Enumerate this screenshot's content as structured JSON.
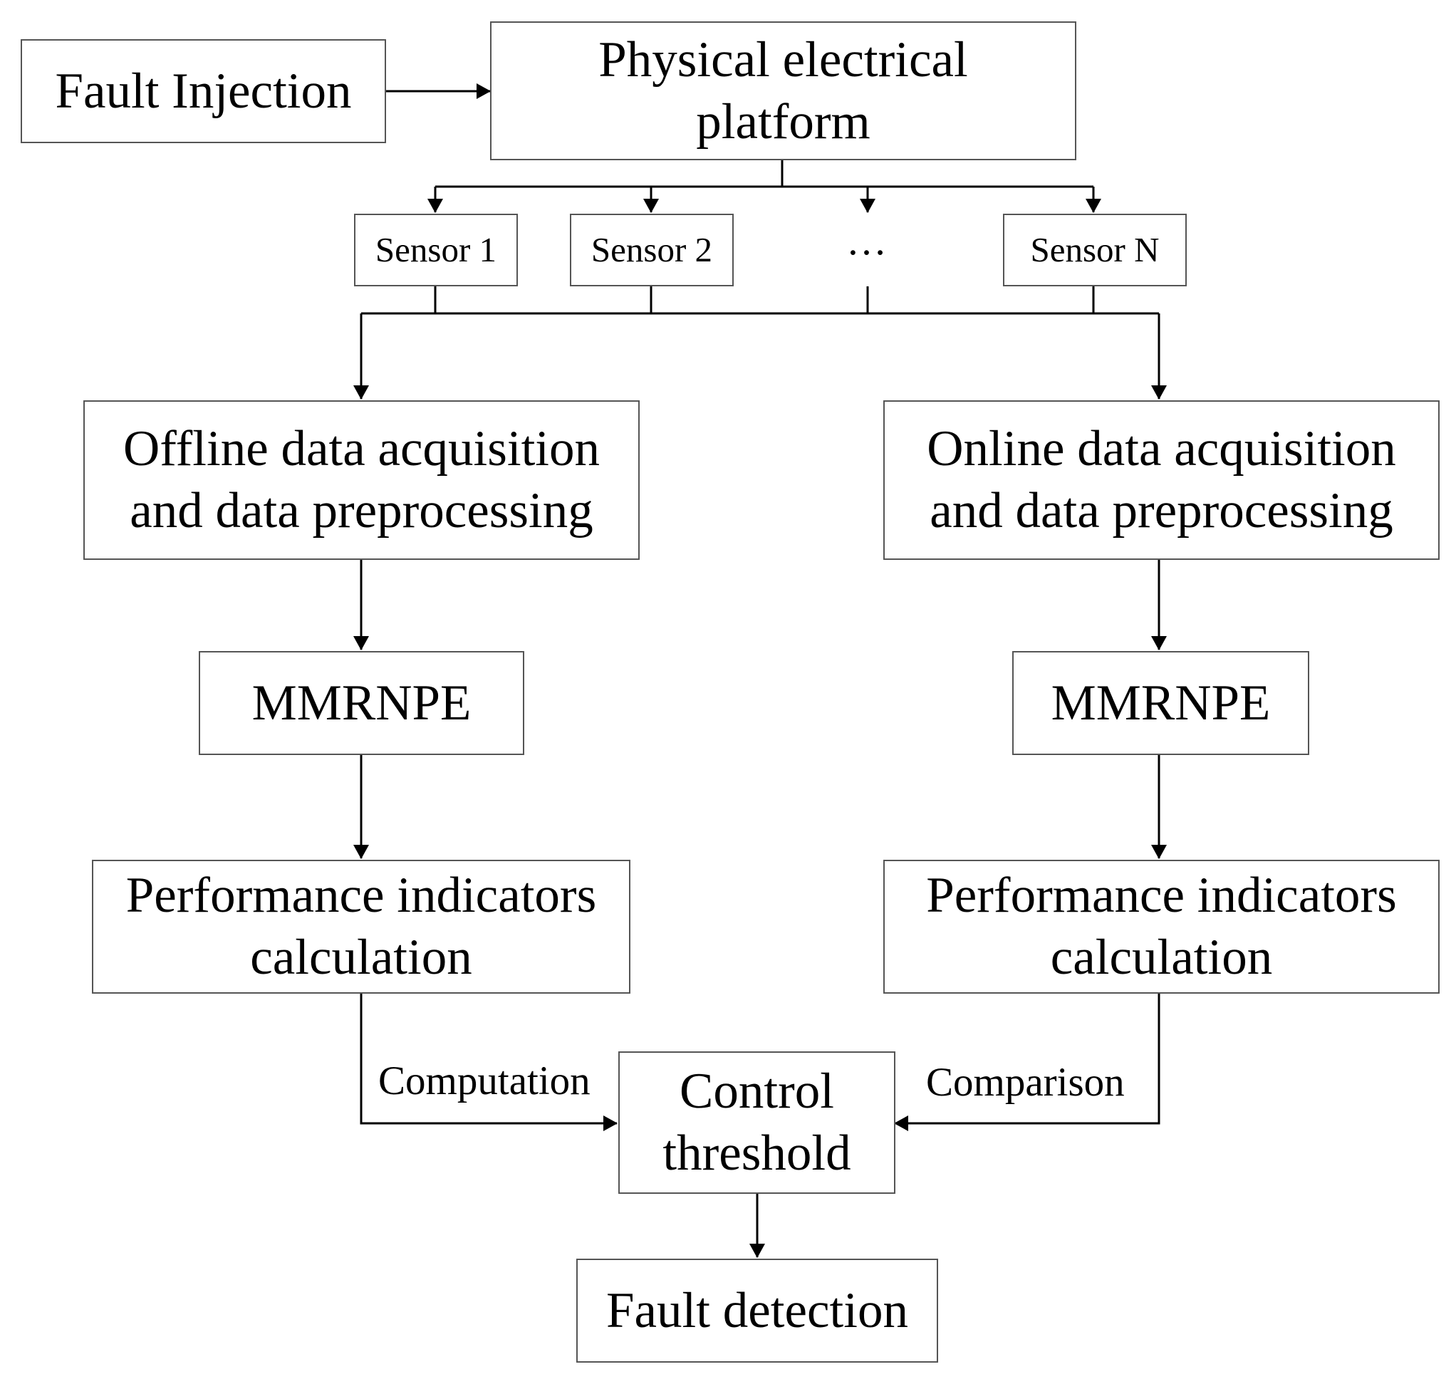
{
  "nodes": {
    "fault_injection": "Fault Injection",
    "platform": {
      "line1": "Physical electrical",
      "line2": "platform"
    },
    "sensor_1": "Sensor 1",
    "sensor_2": "Sensor 2",
    "sensor_ellipsis": "…",
    "sensor_n": "Sensor N",
    "offline_acquisition": {
      "line1": "Offline data acquisition",
      "line2": "and data preprocessing"
    },
    "online_acquisition": {
      "line1": "Online data acquisition",
      "line2": "and data preprocessing"
    },
    "offline_mmrnpe": "MMRNPE",
    "online_mmrnpe": "MMRNPE",
    "offline_indicators": {
      "line1": "Performance indicators",
      "line2": "calculation"
    },
    "online_indicators": {
      "line1": "Performance indicators",
      "line2": "calculation"
    },
    "control_threshold": {
      "line1": "Control",
      "line2": "threshold"
    },
    "fault_detection": "Fault detection"
  },
  "edge_labels": {
    "computation": "Computation",
    "comparison": "Comparison"
  },
  "colors": {
    "box_border": "#555555",
    "line": "#000000",
    "text": "#000000",
    "background": "#ffffff"
  }
}
